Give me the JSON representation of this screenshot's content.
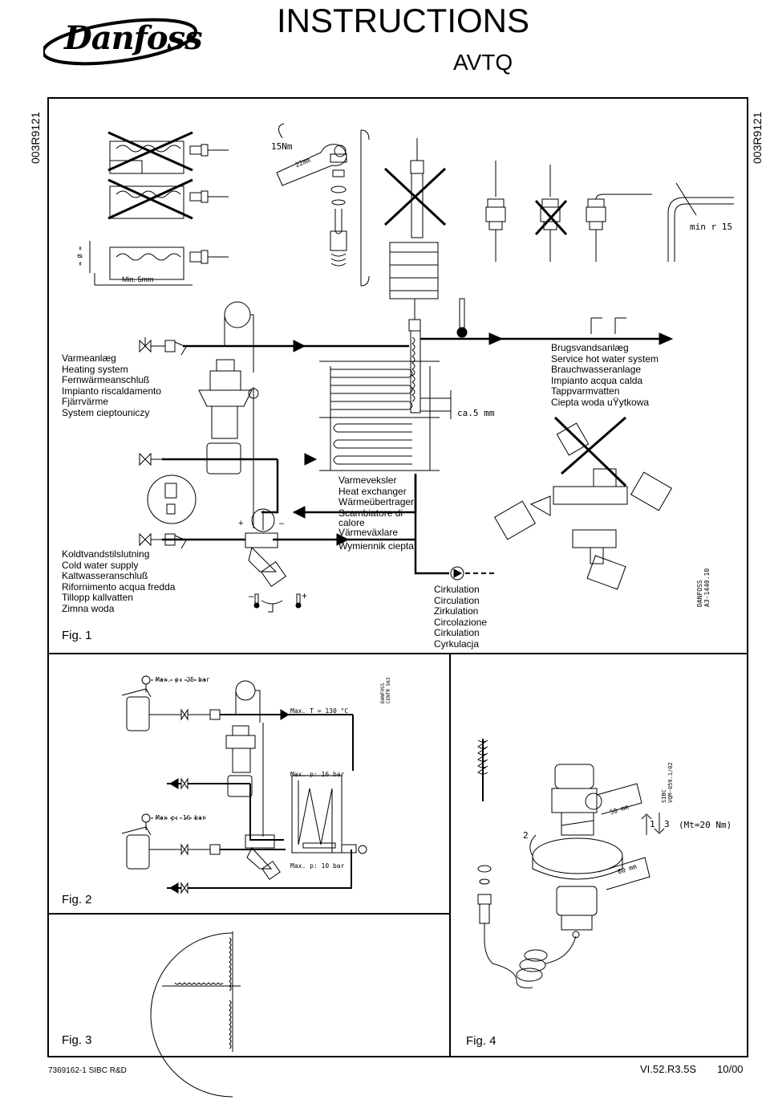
{
  "header": {
    "logo": "Danfoss",
    "title": "INSTRUCTIONS",
    "subtitle": "AVTQ",
    "doc_code_left": "003R9121",
    "doc_code_right": "003R9121"
  },
  "fig1": {
    "label": "Fig. 1",
    "torque": "15Nm",
    "wrench": "22mm",
    "min_bend": "Min. 5mm",
    "min_radius": "min r 15",
    "gap": "ca.5 mm",
    "diameter_mark": "= Ø =",
    "heating": [
      "Varmeanlæg",
      "Heating system",
      "Fernwärmeanschluß",
      "Impianto riscaldamento",
      "Fjärrvärme",
      "System cieptouniczy"
    ],
    "cold_water": [
      "Koldtvandstilslutning",
      "Cold water supply",
      "Kaltwasseranschluß",
      "Rifornimento acqua fredda",
      "Tillopp kallvatten",
      "Zimna woda"
    ],
    "hot_water": [
      "Brugsvandsanlæg",
      "Service hot water system",
      "Brauchwasseranlage",
      "Impianto acqua calda",
      "Tappvarmvatten",
      "Ciepta woda uŸytkowa"
    ],
    "exchanger": [
      "Varmeveksler",
      "Heat exchanger",
      "Wärmeübertrager",
      "Scambiatore di",
      "calore",
      "Värmeväxlare",
      "Wymiennik ciepta"
    ],
    "circulation": [
      "Cirkulation",
      "Circulation",
      "Zirkulation",
      "Circolazione",
      "Cirkulation",
      "Cyrkulacja"
    ],
    "plus": "+",
    "minus": "–",
    "stamp": "DANFOSS",
    "stamp_code": "A3-1440.10"
  },
  "fig2": {
    "label": "Fig. 2",
    "p_top": "Max. p: 25 bar",
    "p_bottom": "Max p: 16 bar",
    "t_max": "Max. T = 130 °C",
    "p_hx": "Max. p: 16 bar",
    "p_out": "Max. p: 10 bar",
    "stamp": "DANFOSS",
    "stamp_code": "CENTR 563"
  },
  "fig3": {
    "label": "Fig. 3"
  },
  "fig4": {
    "label": "Fig. 4",
    "wrench1": "50 mm",
    "wrench2": "60 mm",
    "step2": "2",
    "step1": "1",
    "step3": "3",
    "torque": "(Mt=20 Nm)",
    "stamp": "SIBC",
    "stamp_code": "VQM-059.1/02"
  },
  "footer": {
    "left": "7369162-1  SIBC R&D",
    "code": "VI.52.R3.5S",
    "date": "10/00"
  }
}
